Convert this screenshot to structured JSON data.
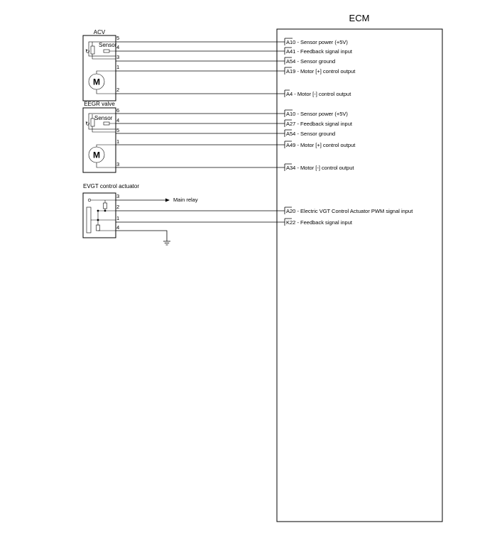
{
  "ecm": {
    "title": "ECM"
  },
  "acv": {
    "name": "ACV",
    "sensor_label": "Sensor",
    "motor_label": "M",
    "pins": [
      "5",
      "4",
      "3",
      "1",
      "2"
    ],
    "signals": [
      {
        "code": "A10",
        "text": " - Sensor power (+5V)"
      },
      {
        "code": "A41",
        "text": " - Feedback signal input"
      },
      {
        "code": "A54",
        "text": " - Sensor ground"
      },
      {
        "code": "A19",
        "text": " - Motor [+] control output"
      },
      {
        "code": "A4",
        "text": " - Motor [-] control output"
      }
    ]
  },
  "eegr": {
    "name": "EEGR valve",
    "sensor_label": "Sensor",
    "motor_label": "M",
    "pins": [
      "6",
      "4",
      "5",
      "1",
      "3"
    ],
    "signals": [
      {
        "code": "A10",
        "text": " - Sensor power (+5V)"
      },
      {
        "code": "A27",
        "text": " - Feedback signal input"
      },
      {
        "code": "A54",
        "text": " - Sensor ground"
      },
      {
        "code": "A49",
        "text": " - Motor [+] control output"
      },
      {
        "code": "A34",
        "text": " - Motor [-] control output"
      }
    ]
  },
  "evgt": {
    "name": "EVGT control actuator",
    "main_relay": "Main relay",
    "pins": [
      "3",
      "2",
      "1",
      "4"
    ],
    "signals": [
      {
        "code": "A20",
        "text": " - Electric VGT Control Actuator PWM signal input"
      },
      {
        "code": "K22",
        "text": " - Feedback signal input"
      }
    ]
  }
}
